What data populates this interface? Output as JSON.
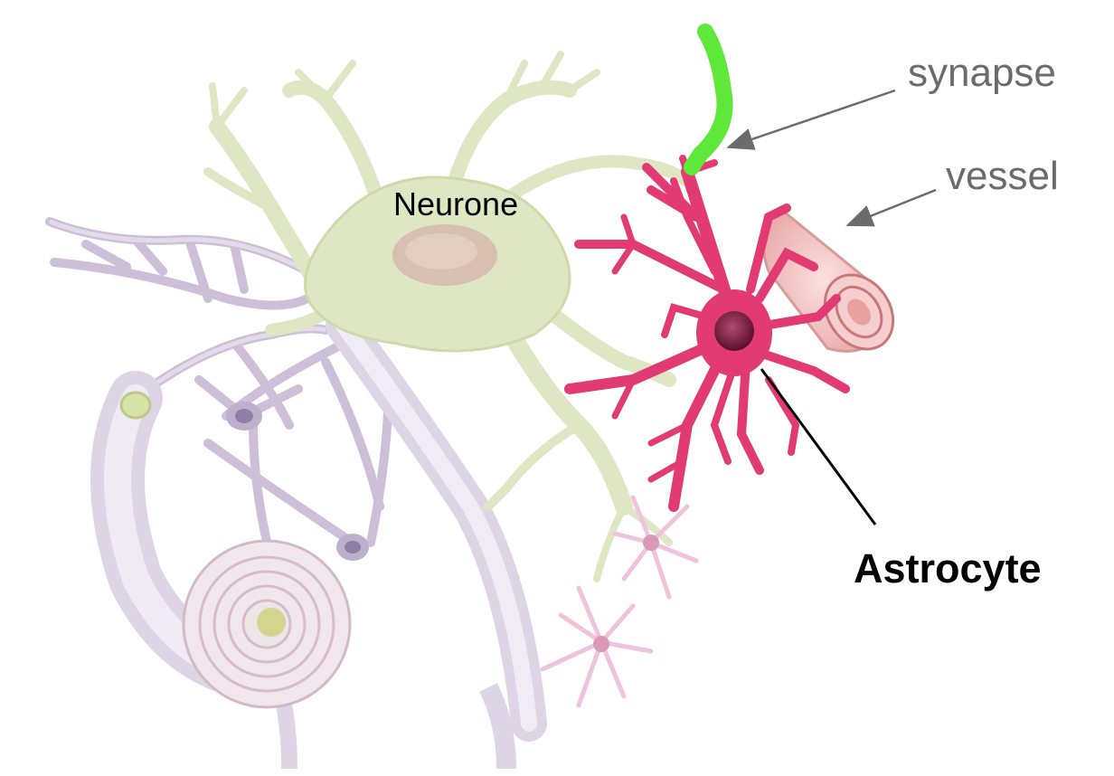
{
  "labels": {
    "synapse": "synapse",
    "vessel": "vessel",
    "neurone": "Neurone",
    "astrocyte": "Astrocyte"
  },
  "colors": {
    "neurone": "#dfe6c4",
    "neurone_outline": "#c9d3a4",
    "astrocyte": "#e23b73",
    "astrocyte_nucleus": "#7a1a3a",
    "synapse_terminal": "#5ee83a",
    "vessel": "#f2c3c3",
    "vessel_ring": "#d98a8a",
    "oligodendrocyte": "#d9cfe0",
    "myelin": "#e9e3ee",
    "small_astrocytes": "#efc3dc",
    "annotation_line_gray": "#6b6b6b",
    "annotation_line_black": "#000000"
  },
  "icons": [
    "neurone-cell",
    "astrocyte-cell",
    "synapse-terminal",
    "blood-vessel",
    "oligodendrocyte-network",
    "myelin-sheath",
    "small-astrocytes"
  ]
}
